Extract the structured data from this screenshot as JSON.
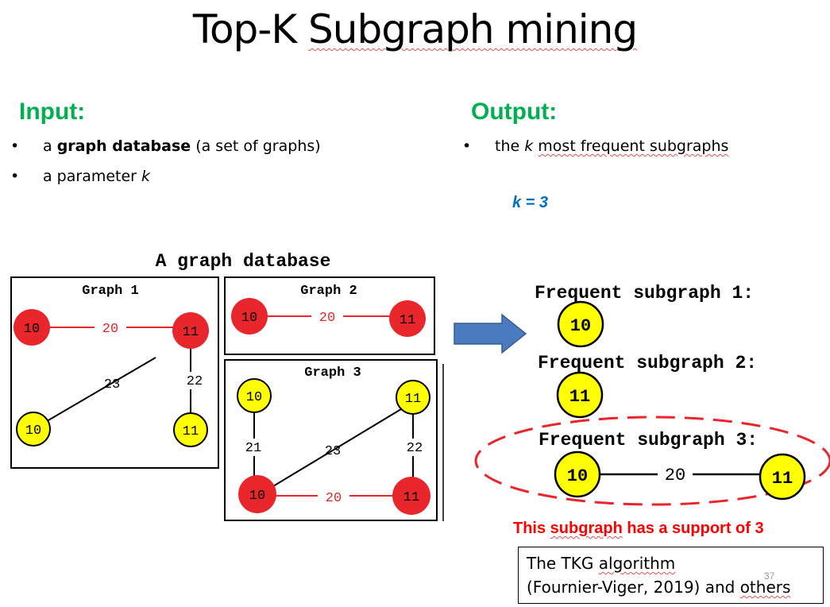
{
  "title_part1": "Top-K",
  "title_part2": "Subgraph mining",
  "input": {
    "heading": "Input:",
    "bullet_symbol": "•",
    "bullet1_pre": "a ",
    "bullet1_bold": "graph database",
    "bullet1_post": " (a set of graphs)",
    "bullet2_pre": "a parameter ",
    "bullet2_k": "k"
  },
  "output": {
    "heading": "Output:",
    "bullet_symbol": "•",
    "bullet_pre": "the ",
    "bullet_k": "k",
    "bullet_post": "most frequent subgraphs",
    "k_value": "k = 3"
  },
  "database": {
    "title": "A graph database",
    "graph1": {
      "title": "Graph 1",
      "n_tl": "10",
      "n_tr": "11",
      "n_bl": "10",
      "n_br": "11",
      "e_top": "20",
      "e_diag": "23",
      "e_right": "22"
    },
    "graph2": {
      "title": "Graph 2",
      "n_l": "10",
      "n_r": "11",
      "e": "20"
    },
    "graph3": {
      "title": "Graph 3",
      "n_tl": "10",
      "n_tr": "11",
      "n_bl": "10",
      "n_br": "11",
      "e_left": "21",
      "e_diag": "23",
      "e_right": "22",
      "e_bottom": "20"
    }
  },
  "results": {
    "sub1_label": "Frequent subgraph 1:",
    "sub1_node": "10",
    "sub2_label": "Frequent subgraph 2:",
    "sub2_node": "11",
    "sub3_label": "Frequent subgraph 3:",
    "sub3_n1": "10",
    "sub3_n2": "11",
    "sub3_edge": "20",
    "support_pre": "This ",
    "support_word": "subgraph",
    "support_post": " has a support of  3"
  },
  "reference": {
    "line1_pre": "The TKG ",
    "line1_word": "algorithm",
    "line2_pre": "(Fournier-Viger, 2019) and ",
    "line2_word": "others"
  },
  "page_number": "37",
  "colors": {
    "red_node": "#e8262b",
    "yellow_node": "#ffff00",
    "green": "#00b050",
    "blue": "#0070c0",
    "arrow": "#4a7abf"
  }
}
